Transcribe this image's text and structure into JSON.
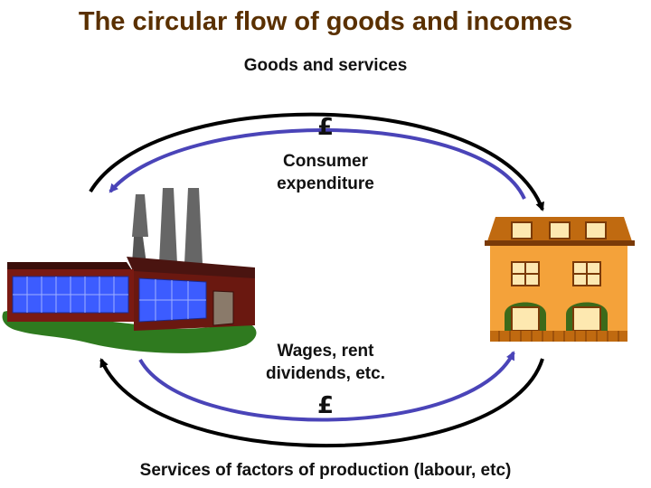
{
  "title": "The circular flow of goods and incomes",
  "labels": {
    "goods_and_services": "Goods and services",
    "consumer_expenditure_line1": "Consumer",
    "consumer_expenditure_line2": "expenditure",
    "wages_line1": "Wages, rent",
    "wages_line2": "dividends, etc.",
    "services_of_factors": "Services of factors of production (labour, etc)",
    "pound_sign_top": "£",
    "pound_sign_bottom": "£"
  },
  "colors": {
    "title": "#5a3000",
    "outer_arrow": "#000000",
    "inner_arrow": "#4a44b8",
    "factory_wall": "#7a1a12",
    "factory_window": "#3c5cff",
    "house_wall": "#f4a23a",
    "grass": "#2f7a1f"
  },
  "icons": [
    "factory-icon",
    "house-icon"
  ]
}
